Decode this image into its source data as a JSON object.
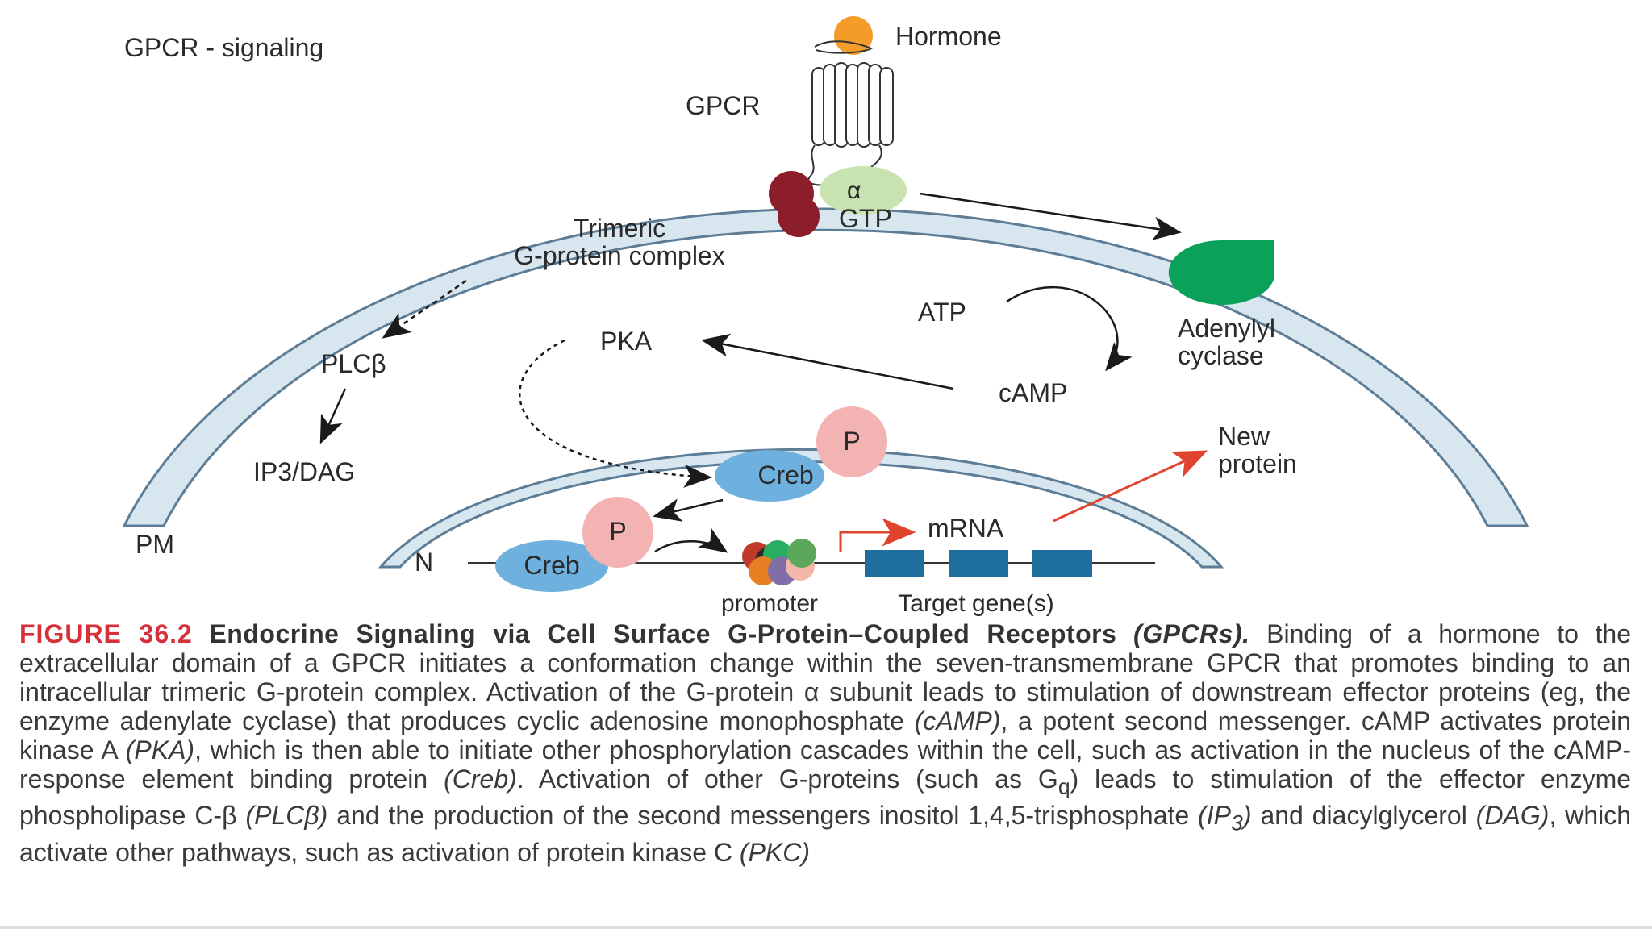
{
  "diagram": {
    "title": "GPCR - signaling",
    "labels": {
      "hormone": "Hormone",
      "gpcr": "GPCR",
      "alpha": "α",
      "gtp": "GTP",
      "trimeric_line1": "Trimeric",
      "trimeric_line2": "G-protein complex",
      "adenylyl_line1": "Adenylyl",
      "adenylyl_line2": "cyclase",
      "atp": "ATP",
      "camp": "cAMP",
      "pka": "PKA",
      "plcb": "PLCβ",
      "ip3dag": "IP3/DAG",
      "pm": "PM",
      "n": "N",
      "creb_upper": "Creb",
      "creb_lower": "Creb",
      "p_upper": "P",
      "p_lower": "P",
      "new_protein_line1": "New",
      "new_protein_line2": "protein",
      "mrna": "mRNA",
      "promoter": "promoter",
      "target_genes": "Target gene(s)"
    },
    "colors": {
      "membrane_fill": "#d8e6f0",
      "membrane_stroke": "#5d7d96",
      "hormone": "#f39c2a",
      "g_beta_gamma": "#8b1e2a",
      "g_alpha": "#c9e3b0",
      "adenylyl_cyclase": "#0aa25a",
      "creb": "#6fb1de",
      "phosphate": "#f4b3b3",
      "gene_box": "#1f6f9e",
      "red_arrow": "#e0442e",
      "caption_accent": "#d6313a"
    }
  },
  "caption": {
    "figure_number": "FIGURE 36.2",
    "figure_title": "Endocrine Signaling via Cell Surface G-Protein–Coupled Receptors",
    "figure_title_abbrev": "(GPCRs).",
    "s1": "Binding of a hormone to the extracellular domain of a GPCR initiates a conformation change within the seven-transmembrane GPCR that promotes binding to an intracellular trimeric G-protein complex. Activation of the G-protein α subunit leads to stimulation of downstream effector proteins (eg, the enzyme adenylate cyclase) that produces cyclic adenosine monophosphate",
    "camp_abbrev": "(cAMP)",
    "s2": ", a potent second messenger. cAMP activates protein kinase A",
    "pka_abbrev": "(PKA)",
    "s3": ", which is then able to initiate other phosphorylation cascades within the cell, such as activation in the nucleus of the cAMP-response element binding protein",
    "creb_abbrev": "(Creb)",
    "s4": ". Activation of other G-proteins (such as G",
    "gq_sub": "q",
    "s5": ") leads to stimulation of the effector enzyme phospholipase C-β",
    "plcb_abbrev": "(PLCβ)",
    "s6": "and the production of the second messengers inositol 1,4,5-trisphosphate",
    "ip3_open": "(IP",
    "ip3_sub": "3",
    "ip3_close": ")",
    "s7": "and diacylglycerol",
    "dag_abbrev": "(DAG)",
    "s8": ", which activate other pathways, such as activation of protein kinase C",
    "pkc_abbrev": "(PKC)"
  }
}
